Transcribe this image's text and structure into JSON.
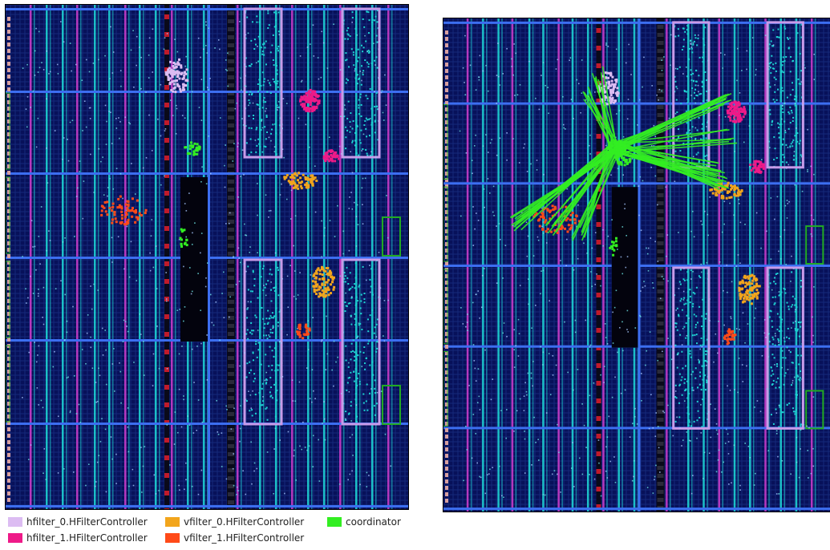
{
  "legend": [
    {
      "label": "hfilter_0.HFilterController",
      "color": "#dcbcf2",
      "key": "h0"
    },
    {
      "label": "vfilter_0.HFilterController",
      "color": "#f2a51c",
      "key": "v0"
    },
    {
      "label": "coordinator",
      "color": "#33ee22",
      "key": "co"
    },
    {
      "label": "hfilter_1.HFilterController",
      "color": "#ee1a88",
      "key": "h1"
    },
    {
      "label": "vfilter_1.HFilterController",
      "color": "#ff4a18",
      "key": "v1"
    }
  ],
  "colors": {
    "background": "#07115a",
    "grid": "#16297a",
    "clock_region_line": "#3c6ef0",
    "cyan_column": "#1ed2d2",
    "magenta_column": "#c83cc8",
    "pblock_outline": "#c89be8",
    "io_outline": "#22aa22",
    "route_net": "#33ee22"
  },
  "panels": [
    {
      "id": "left",
      "show_routes": false
    },
    {
      "id": "right",
      "show_routes": true
    }
  ]
}
